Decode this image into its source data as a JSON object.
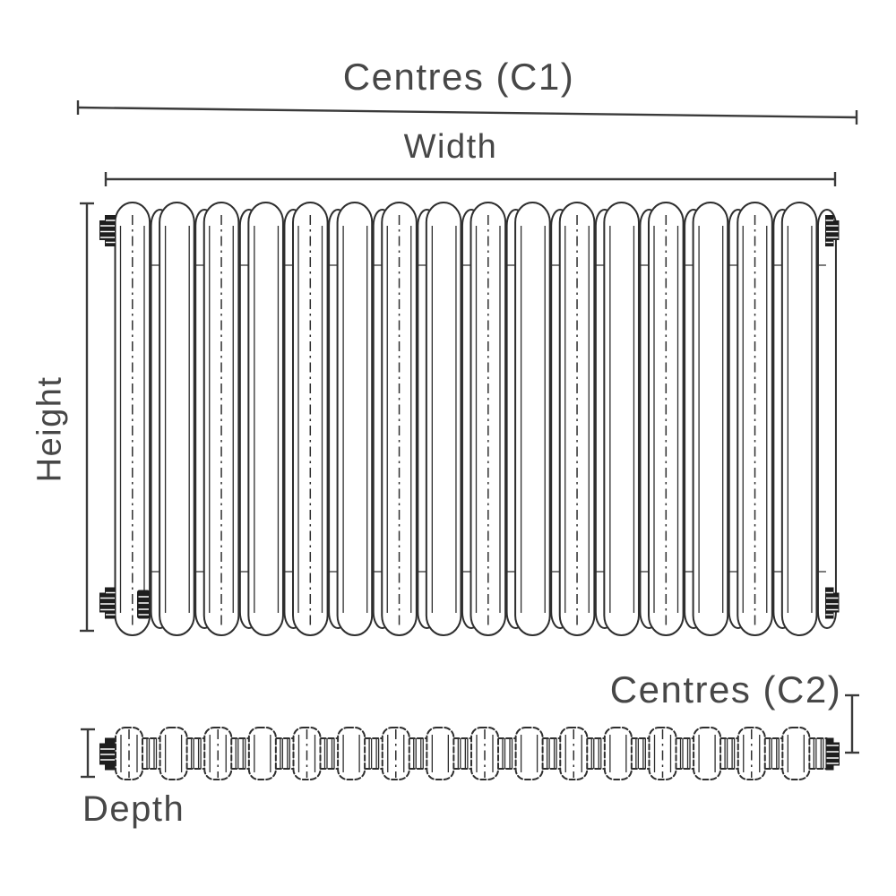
{
  "diagram": {
    "labels": {
      "centres_c1": "Centres (C1)",
      "width": "Width",
      "height": "Height",
      "centres_c2": "Centres (C2)",
      "depth": "Depth"
    },
    "colors": {
      "background": "#ffffff",
      "linework": "#2e2e2e",
      "dimension_lines": "#3a3a3a",
      "label_text": "#474747",
      "fitting_fill": "#1e1e1e"
    }
  }
}
